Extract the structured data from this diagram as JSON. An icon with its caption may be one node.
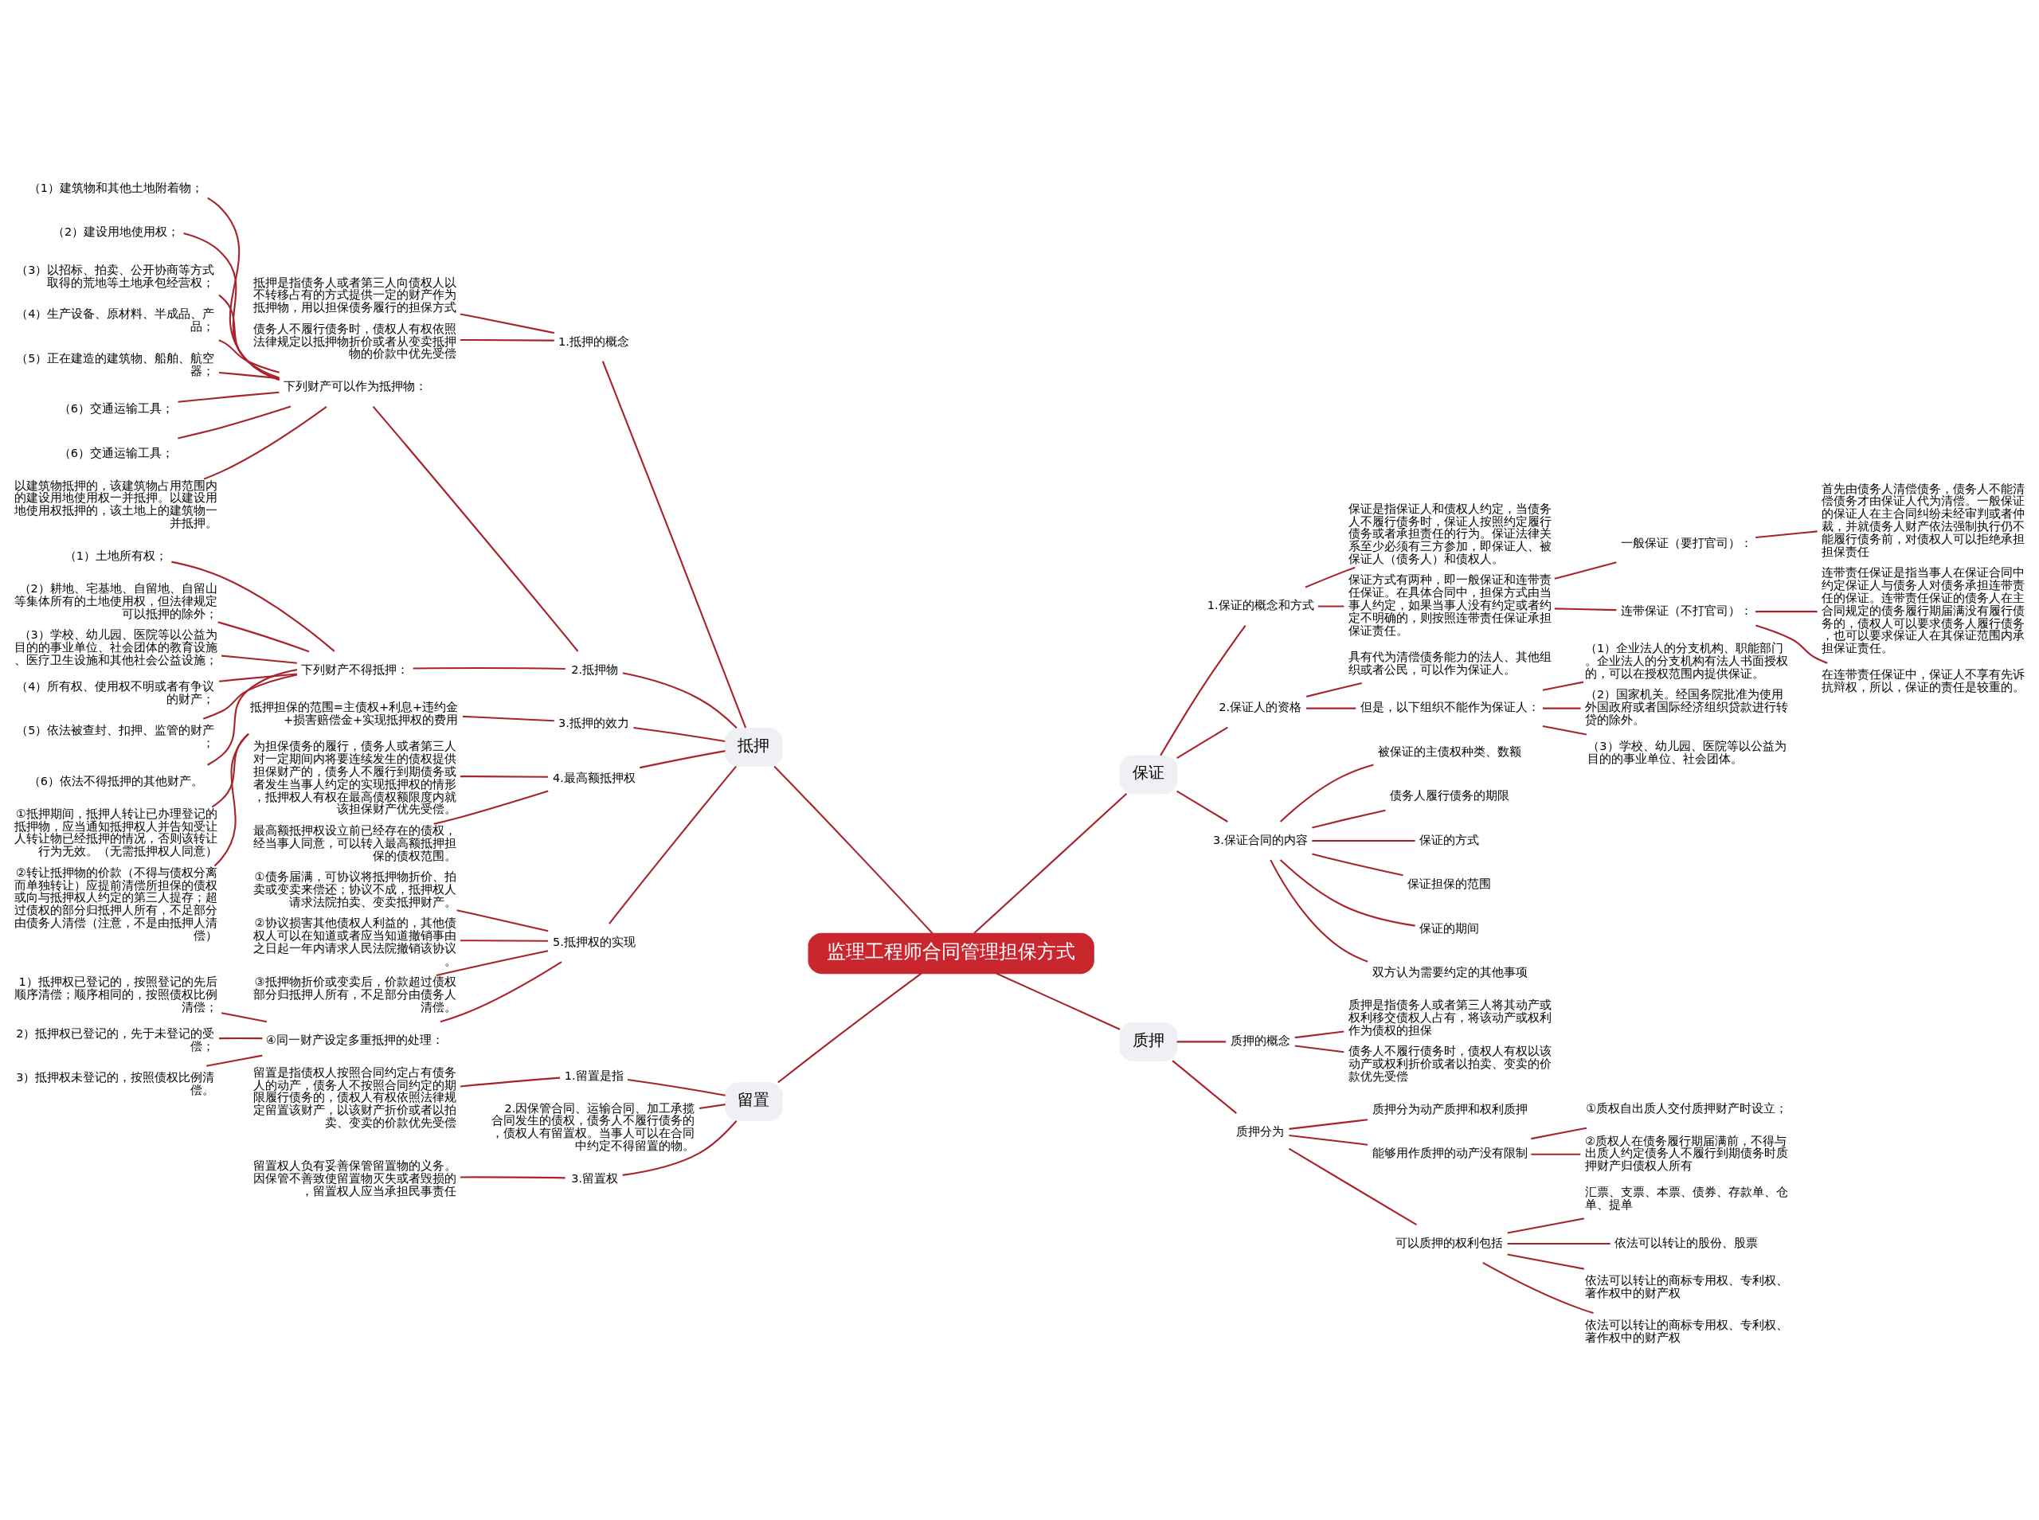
{
  "diagram": {
    "nodes": [
      {
        "text": [
          "监理工程师合同管理担保方式"
        ]
      },
      {
        "text": [
          "抵押"
        ]
      },
      {
        "text": [
          "1.抵押的概念"
        ]
      },
      {
        "text": [
          "抵押是指债务人或者第三人向债权人以不转移占有的方式提供一定的财产作为抵押物，用以担保债务履行的担保方式"
        ]
      },
      {
        "text": [
          "债务人不履行债务时，债权人有权依照法律规定以抵押物折价或者从变卖抵押物的价款中优先受偿"
        ]
      },
      {
        "text": [
          "2.抵押物"
        ]
      },
      {
        "text": [
          "下列财产可以作为抵押物："
        ]
      },
      {
        "text": [
          "（1）建筑物和其他土地附着物；"
        ]
      },
      {
        "text": [
          "（2）建设用地使用权；"
        ]
      },
      {
        "text": [
          "（3）以招标、拍卖、公开协商等方式取得的荒地等土地承包经营权；"
        ]
      },
      {
        "text": [
          "（4）生产设备、原材料、半成品、产品；"
        ]
      },
      {
        "text": [
          "（5）正在建造的建筑物、船舶、航空器；"
        ]
      },
      {
        "text": [
          "（6）交通运输工具；"
        ]
      },
      {
        "text": [
          "（6）交通运输工具；"
        ]
      },
      {
        "text": [
          "以建筑物抵押的，该建筑物占用范围内的建设用地使用权一并抵押。以建设用地使用权抵押的，该土地上的建筑物一并抵押。"
        ]
      },
      {
        "text": [
          "下列财产不得抵押："
        ]
      },
      {
        "text": [
          "（1）土地所有权；"
        ]
      },
      {
        "text": [
          "（2）耕地、宅基地、自留地、自留山等集体所有的土地使用权，但法律规定可以抵押的除外；"
        ]
      },
      {
        "text": [
          "（3）学校、幼儿园、医院等以公益为目的的事业单位、社会团体的教育设施、医疗卫生设施和其他社会公益设施；"
        ]
      },
      {
        "text": [
          "（4）所有权、使用权不明或者有争议的财产；"
        ]
      },
      {
        "text": [
          "（5）依法被查封、扣押、监管的财产；"
        ]
      },
      {
        "text": [
          "（6）依法不得抵押的其他财产。"
        ]
      },
      {
        "text": [
          "3.抵押的效力"
        ]
      },
      {
        "text": [
          "抵押担保的范围=主债权+利息+违约金+损害赔偿金+实现抵押权的费用"
        ]
      },
      {
        "text": [
          "①抵押期间，抵押人转让已办理登记的抵押物，应当通知抵押权人并告知受让人转让物已经抵押的情况，否则该转让行为无效。（无需抵押权人同意）"
        ]
      },
      {
        "text": [
          "②转让抵押物的价款（不得与债权分离而单独转让）应提前清偿所担保的债权或向与抵押权人约定的第三人提存；超过债权的部分归抵押人所有，不足部分由债务人清偿（注意，不是由抵押人清偿）"
        ]
      },
      {
        "text": [
          "4.最高额抵押权"
        ]
      },
      {
        "text": [
          "为担保债务的履行，债务人或者第三人对一定期间内将要连续发生的债权提供担保财产的，债务人不履行到期债务或者发生当事人约定的实现抵押权的情形，抵押权人有权在最高债权额限度内就该担保财产优先受偿。"
        ]
      },
      {
        "text": [
          "最高额抵押权设立前已经存在的债权，经当事人同意，可以转入最高额抵押担保的债权范围。"
        ]
      },
      {
        "text": [
          "5.抵押权的实现"
        ]
      },
      {
        "text": [
          "①债务届满，可协议将抵押物折价、拍卖或变卖来偿还；协议不成，抵押权人请求法院拍卖、变卖抵押财产。"
        ]
      },
      {
        "text": [
          "②协议损害其他债权人利益的，其他债权人可以在知道或者应当知道撤销事由之日起一年内请求人民法院撤销该协议。"
        ]
      },
      {
        "text": [
          "③抵押物折价或变卖后，价款超过债权部分归抵押人所有，不足部分由债务人清偿。"
        ]
      },
      {
        "text": [
          "④同一财产设定多重抵押的处理："
        ]
      },
      {
        "text": [
          "1）抵押权已登记的，按照登记的先后顺序清偿；顺序相同的，按照债权比例清偿；"
        ]
      },
      {
        "text": [
          "2）抵押权已登记的，先于未登记的受偿；"
        ]
      },
      {
        "text": [
          "3）抵押权未登记的，按照债权比例清偿。"
        ]
      },
      {
        "text": [
          "留置"
        ]
      },
      {
        "text": [
          "1.留置是指"
        ]
      },
      {
        "text": [
          "留置是指债权人按照合同约定占有债务人的动产，债务人不按照合同约定的期限履行债务的，债权人有权依照法律规定留置该财产，以该财产折价或者以拍卖、变卖的价款优先受偿"
        ]
      },
      {
        "text": [
          "2.因保管合同、运输合同、加工承揽合同发生的债权，债务人不履行债务的，债权人有留置权。当事人可以在合同中约定不得留置的物。"
        ]
      },
      {
        "text": [
          "3.留置权"
        ]
      },
      {
        "text": [
          "留置权人负有妥善保管留置物的义务。因保管不善致使留置物灭失或者毁损的，留置权人应当承担民事责任"
        ]
      },
      {
        "text": [
          "保证"
        ]
      },
      {
        "text": [
          "1.保证的概念和方式"
        ]
      },
      {
        "text": [
          "保证是指保证人和债权人约定，当债务人不履行债务时，保证人按照约定履行债务或者承担责任的行为。保证法律关系至少必须有三方参加，即保证人、被保证人（债务人）和债权人。"
        ]
      },
      {
        "text": [
          "保证方式有两种，即一般保证和连带责任保证。在具体合同中，担保方式由当事人约定，如果当事人没有约定或者约定不明确的，则按照连带责任保证承担保证责任。"
        ]
      },
      {
        "text": [
          "一般保证（要打官司）："
        ]
      },
      {
        "text": [
          "首先由债务人清偿债务，债务人不能清偿债务才由保证人代为清偿。一般保证的保证人在主合同纠纷未经审判或者仲裁，并就债务人财产依法强制执行仍不能履行债务前，对债权人可以拒绝承担担保责任"
        ]
      },
      {
        "text": [
          "连带保证（不打官司）："
        ]
      },
      {
        "text": [
          "连带责任保证是指当事人在保证合同中约定保证人与债务人对债务承担连带责任的保证。连带责任保证的债务人在主合同规定的债务履行期届满没有履行债务的，债权人可以要求债务人履行债务，也可以要求保证人在其保证范围内承担保证责任。"
        ]
      },
      {
        "text": [
          "在连带责任保证中，保证人不享有先诉抗辩权，所以，保证的责任是较重的。"
        ]
      },
      {
        "text": [
          "2.保证人的资格"
        ]
      },
      {
        "text": [
          "具有代为清偿债务能力的法人、其他组织或者公民，可以作为保证人。"
        ]
      },
      {
        "text": [
          "但是，以下组织不能作为保证人："
        ]
      },
      {
        "text": [
          "（1）企业法人的分支机构、职能部门。企业法人的分支机构有法人书面授权的，可以在授权范围内提供保证。"
        ]
      },
      {
        "text": [
          "（2）国家机关。经国务院批准为使用外国政府或者国际经济组织贷款进行转贷的除外。"
        ]
      },
      {
        "text": [
          "（3）学校、幼儿园、医院等以公益为目的的事业单位、社会团体。"
        ]
      },
      {
        "text": [
          "3.保证合同的内容"
        ]
      },
      {
        "text": [
          "被保证的主债权种类、数额"
        ]
      },
      {
        "text": [
          "债务人履行债务的期限"
        ]
      },
      {
        "text": [
          "保证的方式"
        ]
      },
      {
        "text": [
          "保证担保的范围"
        ]
      },
      {
        "text": [
          "保证的期间"
        ]
      },
      {
        "text": [
          "双方认为需要约定的其他事项"
        ]
      },
      {
        "text": [
          "质押"
        ]
      },
      {
        "text": [
          "质押的概念"
        ]
      },
      {
        "text": [
          "质押是指债务人或者第三人将其动产或权利移交债权人占有，将该动产或权利作为债权的担保"
        ]
      },
      {
        "text": [
          "债务人不履行债务时，债权人有权以该动产或权利折价或者以拍卖、变卖的价款优先受偿"
        ]
      },
      {
        "text": [
          "质押分为"
        ]
      },
      {
        "text": [
          "质押分为动产质押和权利质押"
        ]
      },
      {
        "text": [
          "能够用作质押的动产没有限制"
        ]
      },
      {
        "text": [
          "①质权自出质人交付质押财产时设立；"
        ]
      },
      {
        "text": [
          "②质权人在债务履行期届满前，不得与出质人约定债务人不履行到期债务时质押财产归债权人所有"
        ]
      },
      {
        "text": [
          "可以质押的权利包括"
        ]
      },
      {
        "text": [
          "汇票、支票、本票、债券、存款单、仓单、提单"
        ]
      },
      {
        "text": [
          "依法可以转让的股份、股票"
        ]
      },
      {
        "text": [
          "依法可以转让的商标专用权、专利权、著作权中的财产权"
        ]
      },
      {
        "text": [
          "依法可以转让的商标专用权、专利权、著作权中的财产权"
        ]
      }
    ],
    "edges": [
      {
        "from": 0,
        "to": 1,
        "arrow": "none"
      },
      {
        "from": 1,
        "to": 2,
        "arrow": "none"
      },
      {
        "from": 2,
        "to": 3,
        "arrow": "none"
      },
      {
        "from": 2,
        "to": 4,
        "arrow": "none"
      },
      {
        "from": 1,
        "to": 5,
        "arrow": "none"
      },
      {
        "from": 5,
        "to": 6,
        "arrow": "none"
      },
      {
        "from": 6,
        "to": 7,
        "arrow": "none"
      },
      {
        "from": 6,
        "to": 8,
        "arrow": "none"
      },
      {
        "from": 6,
        "to": 9,
        "arrow": "none"
      },
      {
        "from": 6,
        "to": 10,
        "arrow": "none"
      },
      {
        "from": 6,
        "to": 11,
        "arrow": "none"
      },
      {
        "from": 6,
        "to": 12,
        "arrow": "none"
      },
      {
        "from": 6,
        "to": 13,
        "arrow": "none"
      },
      {
        "from": 6,
        "to": 14,
        "arrow": "none"
      },
      {
        "from": 5,
        "to": 15,
        "arrow": "none"
      },
      {
        "from": 15,
        "to": 16,
        "arrow": "none"
      },
      {
        "from": 15,
        "to": 17,
        "arrow": "none"
      },
      {
        "from": 15,
        "to": 18,
        "arrow": "none"
      },
      {
        "from": 15,
        "to": 19,
        "arrow": "none"
      },
      {
        "from": 15,
        "to": 20,
        "arrow": "none"
      },
      {
        "from": 15,
        "to": 21,
        "arrow": "none"
      },
      {
        "from": 1,
        "to": 22,
        "arrow": "none"
      },
      {
        "from": 22,
        "to": 23,
        "arrow": "none"
      },
      {
        "from": 23,
        "to": 24,
        "arrow": "none"
      },
      {
        "from": 23,
        "to": 25,
        "arrow": "none"
      },
      {
        "from": 1,
        "to": 26,
        "arrow": "none"
      },
      {
        "from": 26,
        "to": 27,
        "arrow": "none"
      },
      {
        "from": 26,
        "to": 28,
        "arrow": "none"
      },
      {
        "from": 1,
        "to": 29,
        "arrow": "none"
      },
      {
        "from": 29,
        "to": 30,
        "arrow": "none"
      },
      {
        "from": 29,
        "to": 31,
        "arrow": "none"
      },
      {
        "from": 29,
        "to": 32,
        "arrow": "none"
      },
      {
        "from": 29,
        "to": 33,
        "arrow": "none"
      },
      {
        "from": 33,
        "to": 34,
        "arrow": "none"
      },
      {
        "from": 33,
        "to": 35,
        "arrow": "none"
      },
      {
        "from": 33,
        "to": 36,
        "arrow": "none"
      },
      {
        "from": 0,
        "to": 37,
        "arrow": "none"
      },
      {
        "from": 37,
        "to": 38,
        "arrow": "none"
      },
      {
        "from": 38,
        "to": 39,
        "arrow": "none"
      },
      {
        "from": 37,
        "to": 40,
        "arrow": "none"
      },
      {
        "from": 37,
        "to": 41,
        "arrow": "none"
      },
      {
        "from": 41,
        "to": 42,
        "arrow": "none"
      },
      {
        "from": 0,
        "to": 43,
        "arrow": "none"
      },
      {
        "from": 43,
        "to": 44,
        "arrow": "none"
      },
      {
        "from": 44,
        "to": 45,
        "arrow": "none"
      },
      {
        "from": 44,
        "to": 46,
        "arrow": "none"
      },
      {
        "from": 46,
        "to": 47,
        "arrow": "none"
      },
      {
        "from": 47,
        "to": 48,
        "arrow": "none"
      },
      {
        "from": 46,
        "to": 49,
        "arrow": "none"
      },
      {
        "from": 49,
        "to": 50,
        "arrow": "none"
      },
      {
        "from": 49,
        "to": 51,
        "arrow": "none"
      },
      {
        "from": 43,
        "to": 52,
        "arrow": "none"
      },
      {
        "from": 52,
        "to": 53,
        "arrow": "none"
      },
      {
        "from": 52,
        "to": 54,
        "arrow": "none"
      },
      {
        "from": 54,
        "to": 55,
        "arrow": "none"
      },
      {
        "from": 54,
        "to": 56,
        "arrow": "none"
      },
      {
        "from": 54,
        "to": 57,
        "arrow": "none"
      },
      {
        "from": 43,
        "to": 58,
        "arrow": "none"
      },
      {
        "from": 58,
        "to": 59,
        "arrow": "none"
      },
      {
        "from": 58,
        "to": 60,
        "arrow": "none"
      },
      {
        "from": 58,
        "to": 61,
        "arrow": "none"
      },
      {
        "from": 58,
        "to": 62,
        "arrow": "none"
      },
      {
        "from": 58,
        "to": 63,
        "arrow": "none"
      },
      {
        "from": 58,
        "to": 64,
        "arrow": "none"
      },
      {
        "from": 0,
        "to": 65,
        "arrow": "none"
      },
      {
        "from": 65,
        "to": 66,
        "arrow": "none"
      },
      {
        "from": 66,
        "to": 67,
        "arrow": "none"
      },
      {
        "from": 66,
        "to": 68,
        "arrow": "none"
      },
      {
        "from": 65,
        "to": 69,
        "arrow": "none"
      },
      {
        "from": 69,
        "to": 70,
        "arrow": "none"
      },
      {
        "from": 69,
        "to": 71,
        "arrow": "none"
      },
      {
        "from": 71,
        "to": 72,
        "arrow": "none"
      },
      {
        "from": 71,
        "to": 73,
        "arrow": "none"
      },
      {
        "from": 69,
        "to": 74,
        "arrow": "none"
      },
      {
        "from": 74,
        "to": 75,
        "arrow": "none"
      },
      {
        "from": 74,
        "to": 76,
        "arrow": "none"
      },
      {
        "from": 74,
        "to": 77,
        "arrow": "none"
      },
      {
        "from": 74,
        "to": 78,
        "arrow": "none"
      }
    ]
  }
}
